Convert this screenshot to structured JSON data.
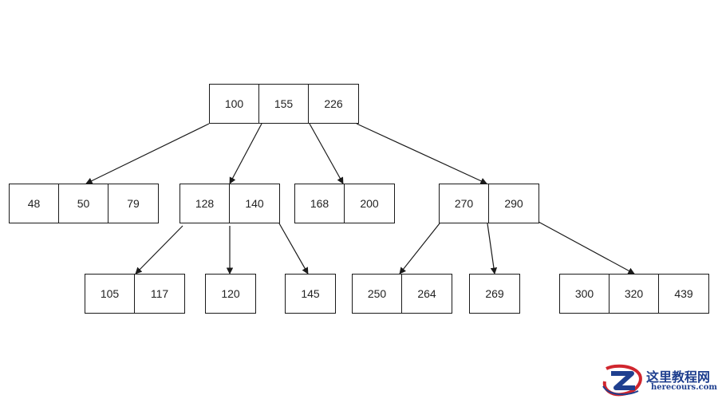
{
  "tree": {
    "root": [
      "100",
      "155",
      "226"
    ],
    "level1": [
      [
        "48",
        "50",
        "79"
      ],
      [
        "128",
        "140"
      ],
      [
        "168",
        "200"
      ],
      [
        "270",
        "290"
      ]
    ],
    "level2": [
      [
        "105",
        "117"
      ],
      [
        "120"
      ],
      [
        "145"
      ],
      [
        "250",
        "264"
      ],
      [
        "269"
      ],
      [
        "300",
        "320",
        "439"
      ]
    ]
  },
  "watermark": {
    "title": "这里教程网",
    "url": "herecours.com"
  },
  "colors": {
    "line": "#1a1a1a",
    "watermark_blue": "#1f3f8f",
    "watermark_red": "#d0262e"
  }
}
